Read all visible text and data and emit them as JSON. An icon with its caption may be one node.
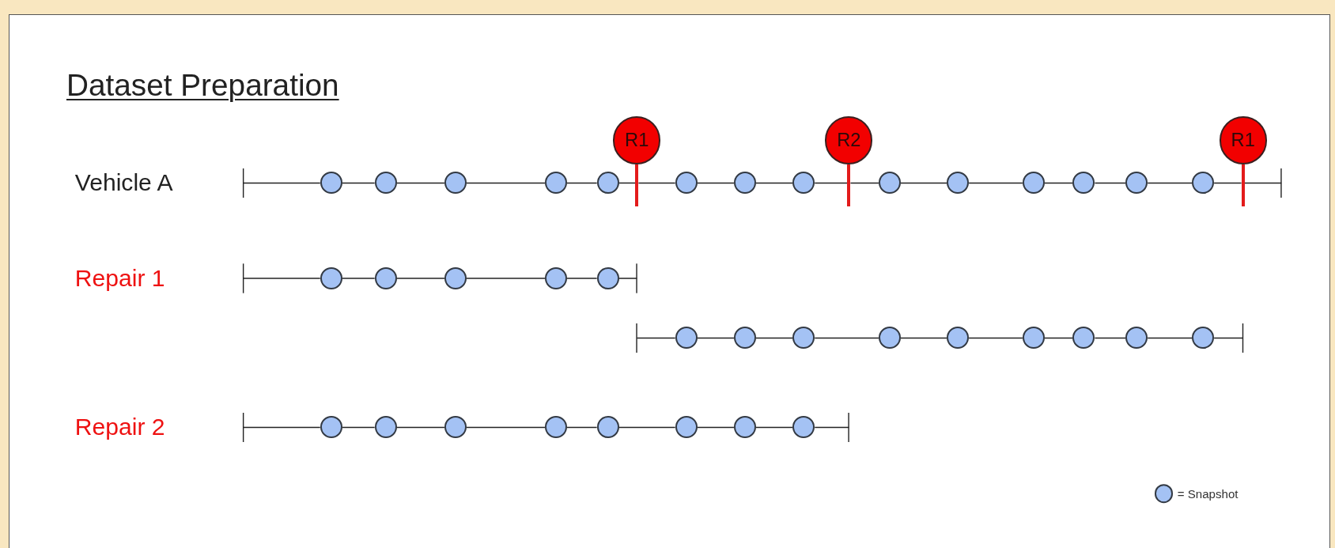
{
  "diagram": {
    "title": "Dataset Preparation",
    "nodes": [
      {
        "text": [
          "R1"
        ]
      },
      {
        "text": [
          "R2"
        ]
      },
      {
        "text": [
          "R1"
        ]
      },
      {
        "text": [],
        "shape": "circle"
      },
      {
        "text": [],
        "shape": "circle"
      },
      {
        "text": [],
        "shape": "circle"
      },
      {
        "text": [],
        "shape": "circle"
      },
      {
        "text": [],
        "shape": "circle"
      },
      {
        "text": [],
        "shape": "circle"
      },
      {
        "text": [],
        "shape": "circle"
      },
      {
        "text": [],
        "shape": "circle"
      },
      {
        "text": [],
        "shape": "circle"
      },
      {
        "text": [],
        "shape": "circle"
      },
      {
        "text": [],
        "shape": "circle"
      },
      {
        "text": [],
        "shape": "circle"
      },
      {
        "text": [],
        "shape": "circle"
      },
      {
        "text": [],
        "shape": "circle"
      },
      {
        "text": [],
        "shape": "circle"
      },
      {
        "text": [],
        "shape": "circle"
      },
      {
        "text": [],
        "shape": "circle"
      },
      {
        "text": [],
        "shape": "circle"
      },
      {
        "text": [],
        "shape": "circle"
      },
      {
        "text": [],
        "shape": "circle"
      },
      {
        "text": [],
        "shape": "circle"
      },
      {
        "text": [],
        "shape": "circle"
      },
      {
        "text": [],
        "shape": "circle"
      },
      {
        "text": [],
        "shape": "circle"
      },
      {
        "text": [],
        "shape": "circle"
      },
      {
        "text": [],
        "shape": "circle"
      },
      {
        "text": [],
        "shape": "circle"
      },
      {
        "text": [],
        "shape": "circle"
      },
      {
        "text": [],
        "shape": "circle"
      },
      {
        "text": [],
        "shape": "circle"
      },
      {
        "text": [],
        "shape": "circle"
      },
      {
        "text": [],
        "shape": "circle"
      },
      {
        "text": [],
        "shape": "circle"
      },
      {
        "text": [],
        "shape": "circle"
      },
      {
        "text": [],
        "shape": "circle"
      },
      {
        "text": [],
        "shape": "circle"
      }
    ],
    "edges": [
      {
        "from": null,
        "to": 3,
        "arrow": "other"
      },
      {
        "from": 3,
        "to": 4,
        "arrow": "none"
      },
      {
        "from": 4,
        "to": 5,
        "arrow": "none"
      },
      {
        "from": 5,
        "to": 6,
        "arrow": "none"
      },
      {
        "from": 6,
        "to": 7,
        "arrow": "none"
      },
      {
        "from": 7,
        "to": 0,
        "arrow": "none"
      },
      {
        "from": 0,
        "to": 8,
        "arrow": "none"
      },
      {
        "from": 8,
        "to": 9,
        "arrow": "none"
      },
      {
        "from": 9,
        "to": 10,
        "arrow": "none"
      },
      {
        "from": 10,
        "to": 1,
        "arrow": "none"
      },
      {
        "from": 1,
        "to": 11,
        "arrow": "none"
      },
      {
        "from": 11,
        "to": 12,
        "arrow": "none"
      },
      {
        "from": 12,
        "to": 13,
        "arrow": "none"
      },
      {
        "from": 13,
        "to": 14,
        "arrow": "none"
      },
      {
        "from": 14,
        "to": 15,
        "arrow": "none"
      },
      {
        "from": 15,
        "to": 16,
        "arrow": "none"
      },
      {
        "from": 16,
        "to": 2,
        "arrow": "none"
      },
      {
        "from": 2,
        "to": null,
        "arrow": "other"
      },
      {
        "from": null,
        "to": 17,
        "arrow": "other"
      },
      {
        "from": 17,
        "to": 18,
        "arrow": "none"
      },
      {
        "from": 18,
        "to": 19,
        "arrow": "none"
      },
      {
        "from": 19,
        "to": 20,
        "arrow": "none"
      },
      {
        "from": 20,
        "to": 21,
        "arrow": "none"
      },
      {
        "from": 21,
        "to": null,
        "arrow": "other"
      },
      {
        "from": null,
        "to": 22,
        "arrow": "other"
      },
      {
        "from": 22,
        "to": 23,
        "arrow": "none"
      },
      {
        "from": 23,
        "to": 24,
        "arrow": "none"
      },
      {
        "from": 24,
        "to": 25,
        "arrow": "none"
      },
      {
        "from": 25,
        "to": 26,
        "arrow": "none"
      },
      {
        "from": 26,
        "to": 27,
        "arrow": "none"
      },
      {
        "from": 27,
        "to": 28,
        "arrow": "none"
      },
      {
        "from": 28,
        "to": 29,
        "arrow": "none"
      },
      {
        "from": 29,
        "to": 30,
        "arrow": "none"
      },
      {
        "from": 30,
        "to": null,
        "arrow": "other"
      },
      {
        "from": null,
        "to": 31,
        "arrow": "other"
      },
      {
        "from": 31,
        "to": 32,
        "arrow": "none"
      },
      {
        "from": 32,
        "to": 33,
        "arrow": "none"
      },
      {
        "from": 33,
        "to": 34,
        "arrow": "none"
      },
      {
        "from": 34,
        "to": 35,
        "arrow": "none"
      },
      {
        "from": 35,
        "to": 36,
        "arrow": "none"
      },
      {
        "from": 36,
        "to": 37,
        "arrow": "none"
      },
      {
        "from": 37,
        "to": 38,
        "arrow": "none"
      },
      {
        "from": 38,
        "to": null,
        "arrow": "other"
      }
    ],
    "labels": [
      "Vehicle A",
      "Repair 1",
      "Repair 2"
    ],
    "legend": [
      {
        "text": "= Snapshot"
      }
    ]
  }
}
